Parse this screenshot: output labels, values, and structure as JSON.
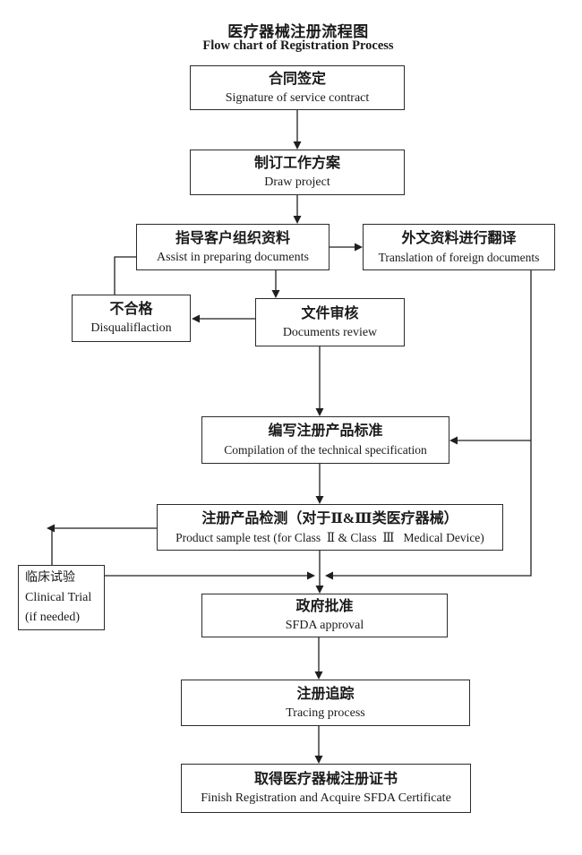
{
  "title": {
    "zh": "医疗器械注册流程图",
    "en": "Flow chart of Registration Process"
  },
  "nodes": {
    "contract": {
      "zh": "合同签定",
      "en": "Signature of service contract"
    },
    "plan": {
      "zh": "制订工作方案",
      "en": "Draw project"
    },
    "prepare": {
      "zh": "指导客户组织资料",
      "en": "Assist in preparing documents"
    },
    "translate": {
      "zh": "外文资料进行翻译",
      "en": "Translation of foreign documents"
    },
    "disqualify": {
      "zh": "不合格",
      "en": "Disqualiflaction"
    },
    "review": {
      "zh": "文件审核",
      "en": "Documents review"
    },
    "spec": {
      "zh": "编写注册产品标准",
      "en": "Compilation of the technical specification"
    },
    "test": {
      "zh": "注册产品检测（对于Ⅱ&Ⅲ类医疗器械）",
      "en": "Product sample test (for Class Ⅱ & Class Ⅲ  Medical Device)"
    },
    "clinical": {
      "zh": "临床试验",
      "en": "Clinical Trial",
      "note": "(if needed)"
    },
    "approval": {
      "zh": "政府批准",
      "en": "SFDA approval"
    },
    "tracing": {
      "zh": "注册追踪",
      "en": "Tracing process"
    },
    "certificate": {
      "zh": "取得医疗器械注册证书",
      "en": "Finish Registration and Acquire SFDA Certificate"
    }
  }
}
